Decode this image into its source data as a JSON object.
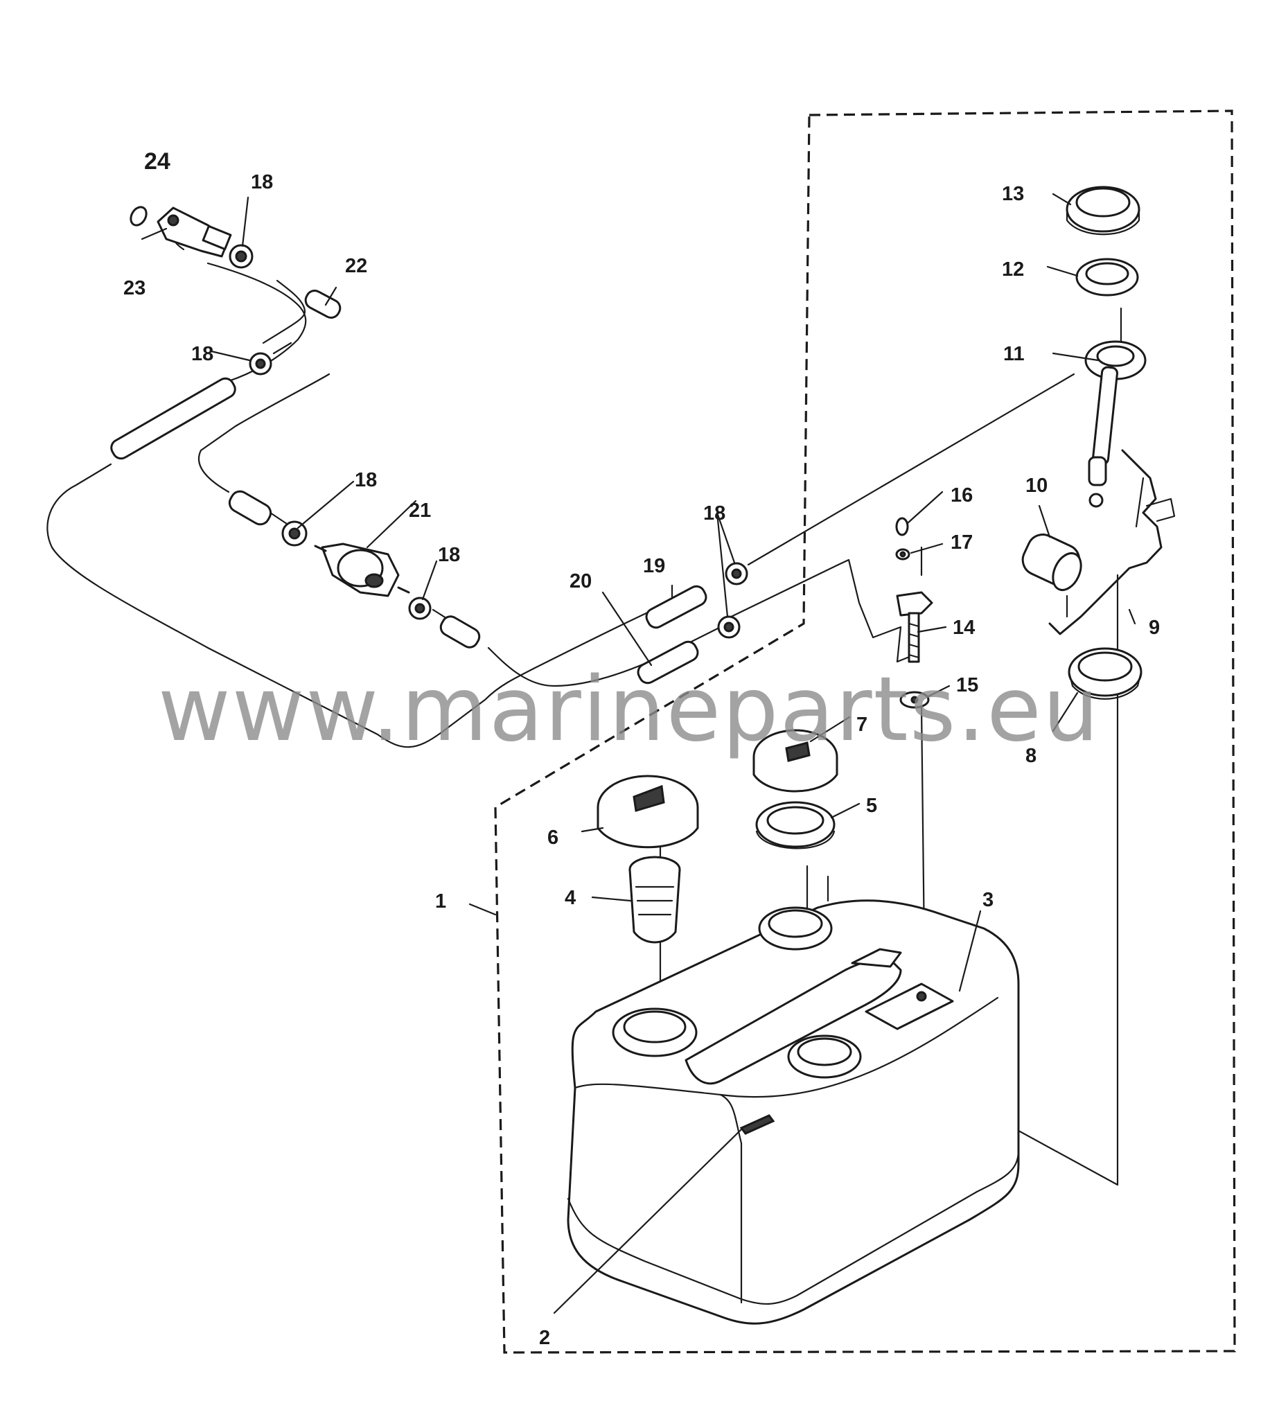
{
  "watermark": "www.marineparts.eu",
  "callouts": {
    "c1": "1",
    "c2": "2",
    "c3": "3",
    "c4": "4",
    "c5": "5",
    "c6": "6",
    "c7": "7",
    "c8": "8",
    "c9": "9",
    "c10": "10",
    "c11": "11",
    "c12": "12",
    "c13": "13",
    "c14": "14",
    "c15": "15",
    "c16": "16",
    "c17": "17",
    "c18a": "18",
    "c18b": "18",
    "c18c": "18",
    "c18d": "18",
    "c18e": "18",
    "c19": "19",
    "c20": "20",
    "c21": "21",
    "c22": "22",
    "c23": "23",
    "c24": "24"
  }
}
